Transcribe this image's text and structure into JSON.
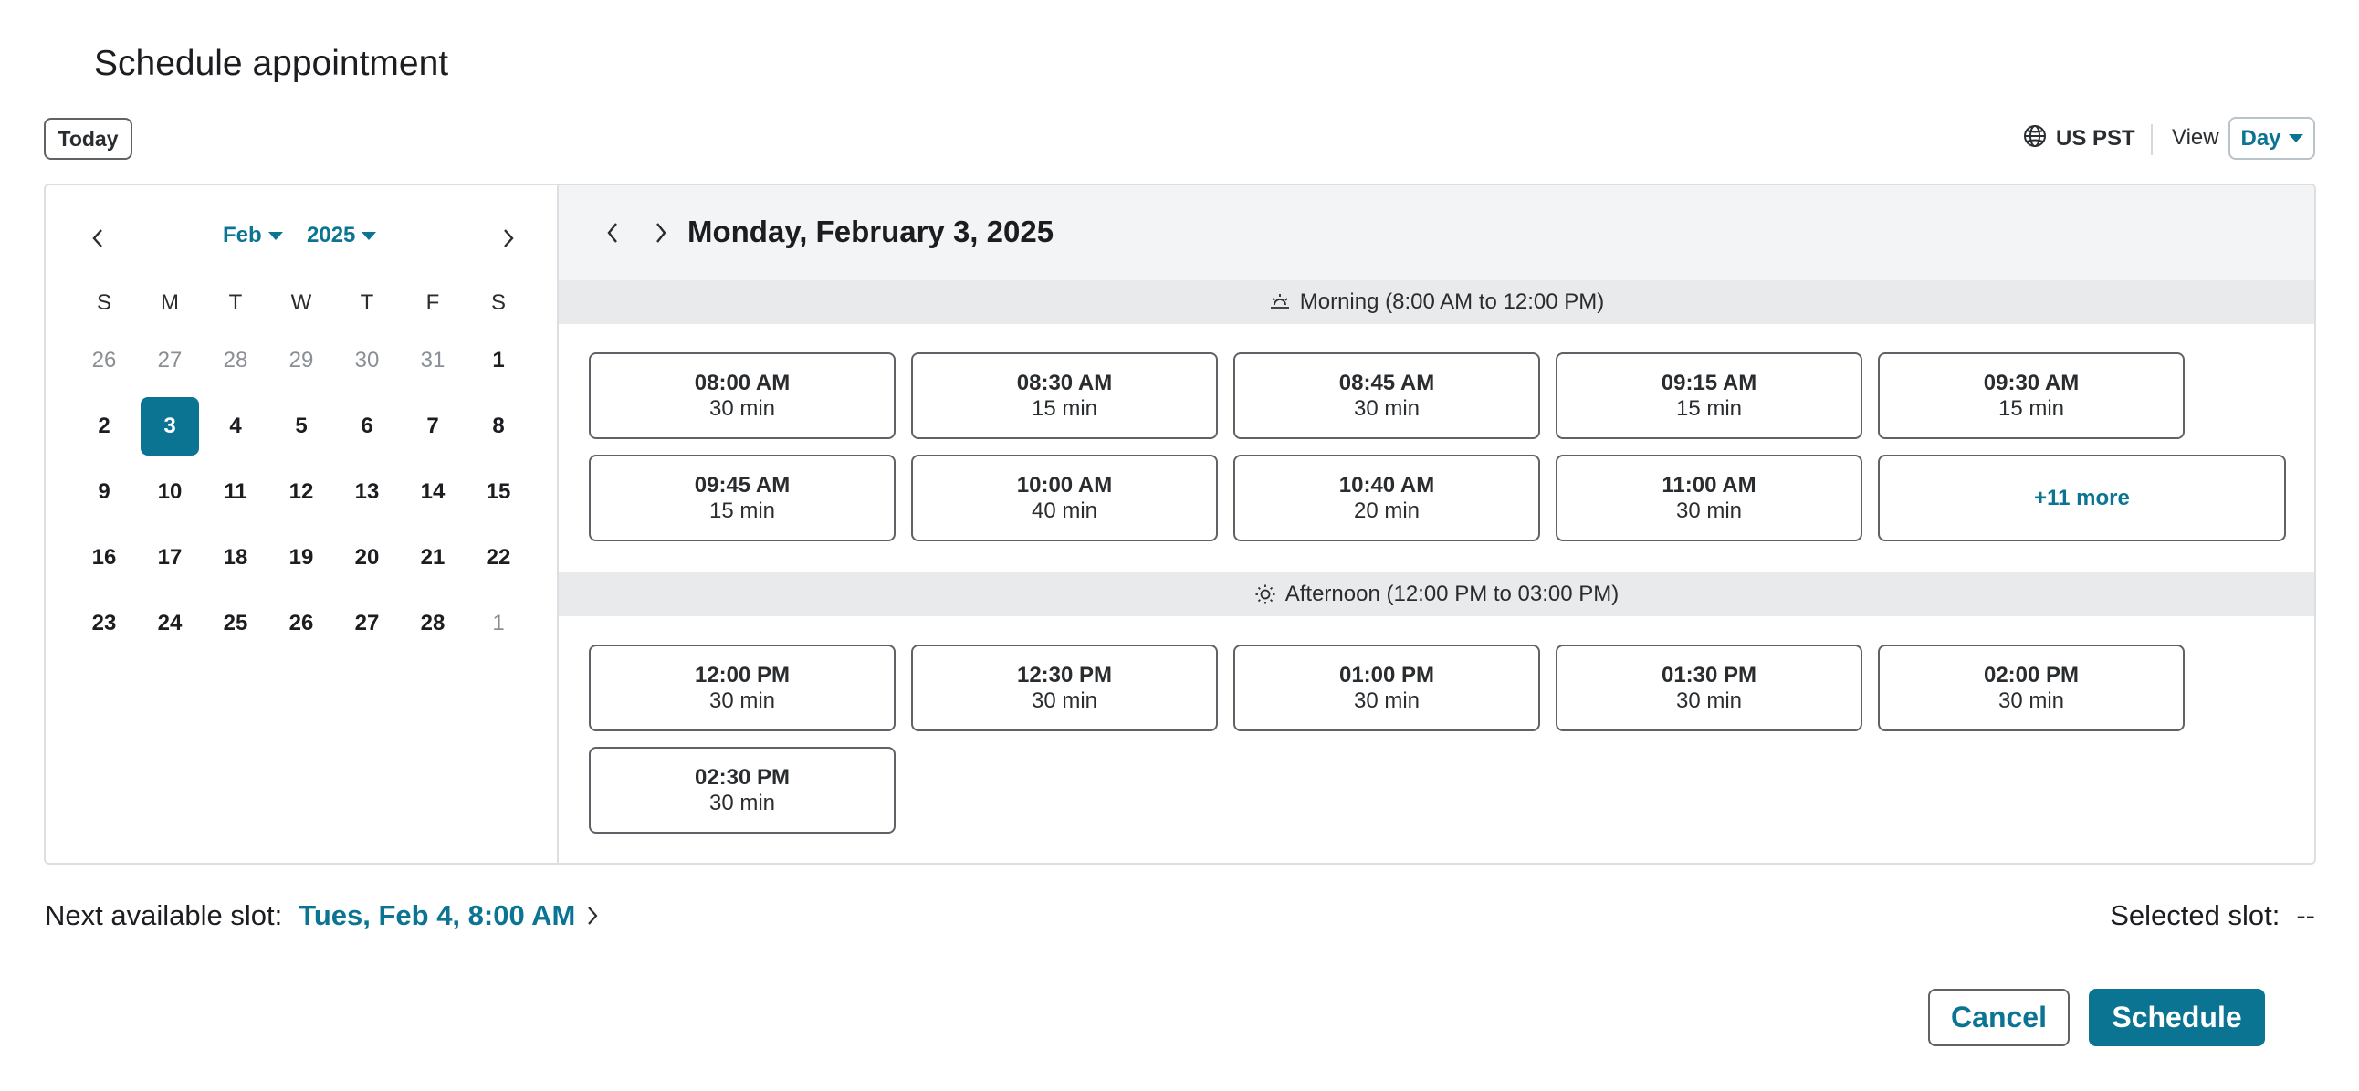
{
  "header": {
    "title": "Schedule appointment"
  },
  "toolbar": {
    "today_label": "Today",
    "timezone": "US PST",
    "view_label": "View",
    "view_value": "Day"
  },
  "calendar": {
    "month": "Feb",
    "year": "2025",
    "weekdays": [
      "S",
      "M",
      "T",
      "W",
      "T",
      "F",
      "S"
    ],
    "weeks": [
      [
        "26",
        "27",
        "28",
        "29",
        "30",
        "31",
        "1"
      ],
      [
        "2",
        "3",
        "4",
        "5",
        "6",
        "7",
        "8"
      ],
      [
        "9",
        "10",
        "11",
        "12",
        "13",
        "14",
        "15"
      ],
      [
        "16",
        "17",
        "18",
        "19",
        "20",
        "21",
        "22"
      ],
      [
        "23",
        "24",
        "25",
        "26",
        "27",
        "28",
        "1"
      ]
    ],
    "selected_day": "3"
  },
  "day_view": {
    "date_title": "Monday, February 3, 2025",
    "morning": {
      "label": "Morning (8:00 AM to 12:00 PM)",
      "slots": [
        {
          "time": "08:00 AM",
          "duration": "30 min"
        },
        {
          "time": "08:30 AM",
          "duration": "15 min"
        },
        {
          "time": "08:45 AM",
          "duration": "30 min"
        },
        {
          "time": "09:15 AM",
          "duration": "15 min"
        },
        {
          "time": "09:30 AM",
          "duration": "15 min"
        },
        {
          "time": "09:45 AM",
          "duration": "15 min"
        },
        {
          "time": "10:00 AM",
          "duration": "40 min"
        },
        {
          "time": "10:40 AM",
          "duration": "20 min"
        },
        {
          "time": "11:00 AM",
          "duration": "30 min"
        }
      ],
      "more_label": "+11 more"
    },
    "afternoon": {
      "label": "Afternoon (12:00 PM to 03:00 PM)",
      "slots": [
        {
          "time": "12:00 PM",
          "duration": "30 min"
        },
        {
          "time": "12:30 PM",
          "duration": "30 min"
        },
        {
          "time": "01:00 PM",
          "duration": "30 min"
        },
        {
          "time": "01:30 PM",
          "duration": "30 min"
        },
        {
          "time": "02:00 PM",
          "duration": "30 min"
        },
        {
          "time": "02:30 PM",
          "duration": "30 min"
        }
      ]
    }
  },
  "footer": {
    "next_label": "Next available slot:",
    "next_value": "Tues, Feb 4, 8:00 AM",
    "selected_label": "Selected slot:",
    "selected_value": "--",
    "cancel_label": "Cancel",
    "schedule_label": "Schedule"
  },
  "colors": {
    "accent": "#0b7493",
    "border": "#5f6368",
    "band": "#e9eaeb"
  }
}
